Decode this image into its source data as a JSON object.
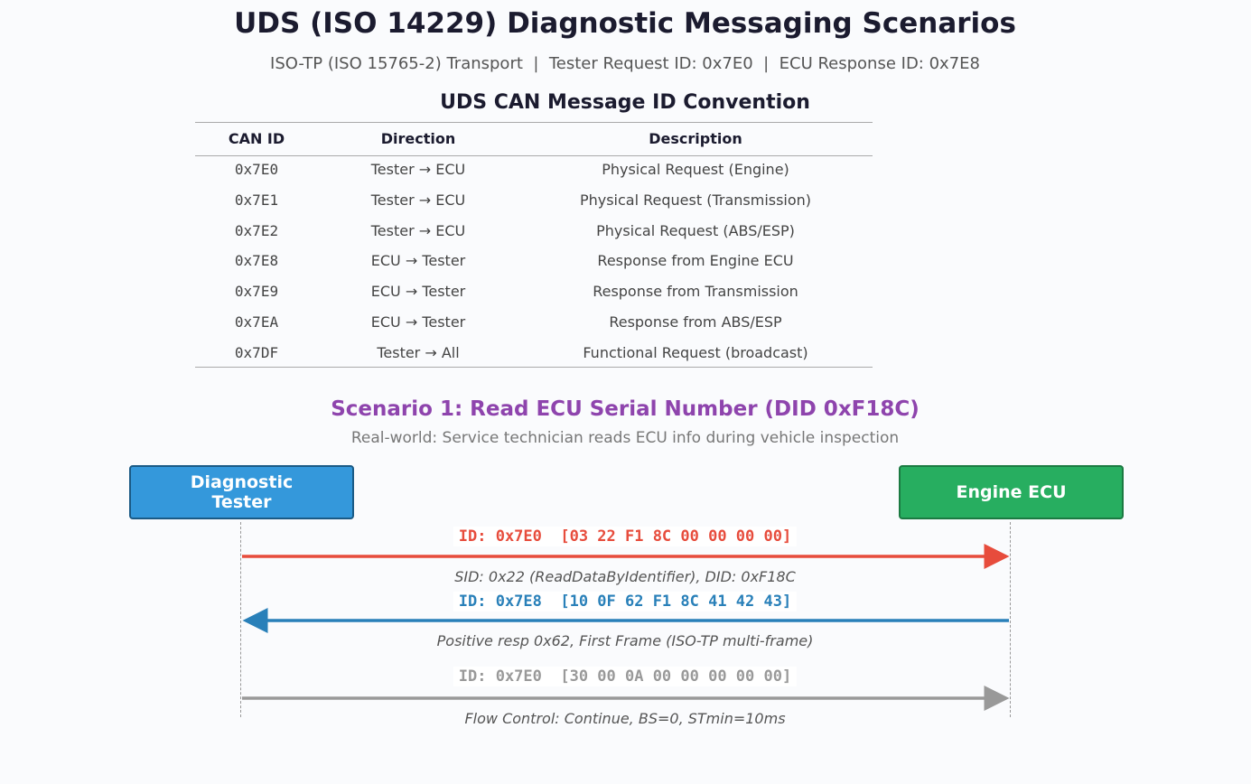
{
  "title": "UDS (ISO 14229) Diagnostic Messaging Scenarios",
  "subtitle": "ISO-TP (ISO 15765-2) Transport  |  Tester Request ID: 0x7E0  |  ECU Response ID: 0x7E8",
  "table": {
    "title": "UDS CAN Message ID Convention",
    "headers": [
      "CAN ID",
      "Direction",
      "Description"
    ],
    "rows": [
      [
        "0x7E0",
        "Tester → ECU",
        "Physical Request (Engine)"
      ],
      [
        "0x7E1",
        "Tester → ECU",
        "Physical Request (Transmission)"
      ],
      [
        "0x7E2",
        "Tester → ECU",
        "Physical Request (ABS/ESP)"
      ],
      [
        "0x7E8",
        "ECU → Tester",
        "Response from Engine ECU"
      ],
      [
        "0x7E9",
        "ECU → Tester",
        "Response from Transmission"
      ],
      [
        "0x7EA",
        "ECU → Tester",
        "Response from ABS/ESP"
      ],
      [
        "0x7DF",
        "Tester → All",
        "Functional Request (broadcast)"
      ]
    ]
  },
  "scenario": {
    "title": "Scenario 1: Read ECU Serial Number (DID 0xF18C)",
    "subtitle": "Real-world: Service technician reads ECU info during vehicle inspection",
    "actors": {
      "tester": "Diagnostic Tester",
      "ecu": "Engine ECU"
    },
    "colors": {
      "tester": "#3498db",
      "ecu": "#27ae60",
      "request": "#e74c3c",
      "response": "#2980b9",
      "flow": "#999999"
    },
    "messages": [
      {
        "frame": "ID: 0x7E0  [03 22 F1 8C 00 00 00 00]",
        "note": "SID: 0x22 (ReadDataByIdentifier), DID: 0xF18C",
        "direction": "tester-to-ecu"
      },
      {
        "frame": "ID: 0x7E8  [10 0F 62 F1 8C 41 42 43]",
        "note": "Positive resp 0x62, First Frame (ISO-TP multi-frame)",
        "direction": "ecu-to-tester"
      },
      {
        "frame": "ID: 0x7E0  [30 00 0A 00 00 00 00 00]",
        "note": "Flow Control: Continue, BS=0, STmin=10ms",
        "direction": "tester-to-ecu"
      }
    ]
  }
}
